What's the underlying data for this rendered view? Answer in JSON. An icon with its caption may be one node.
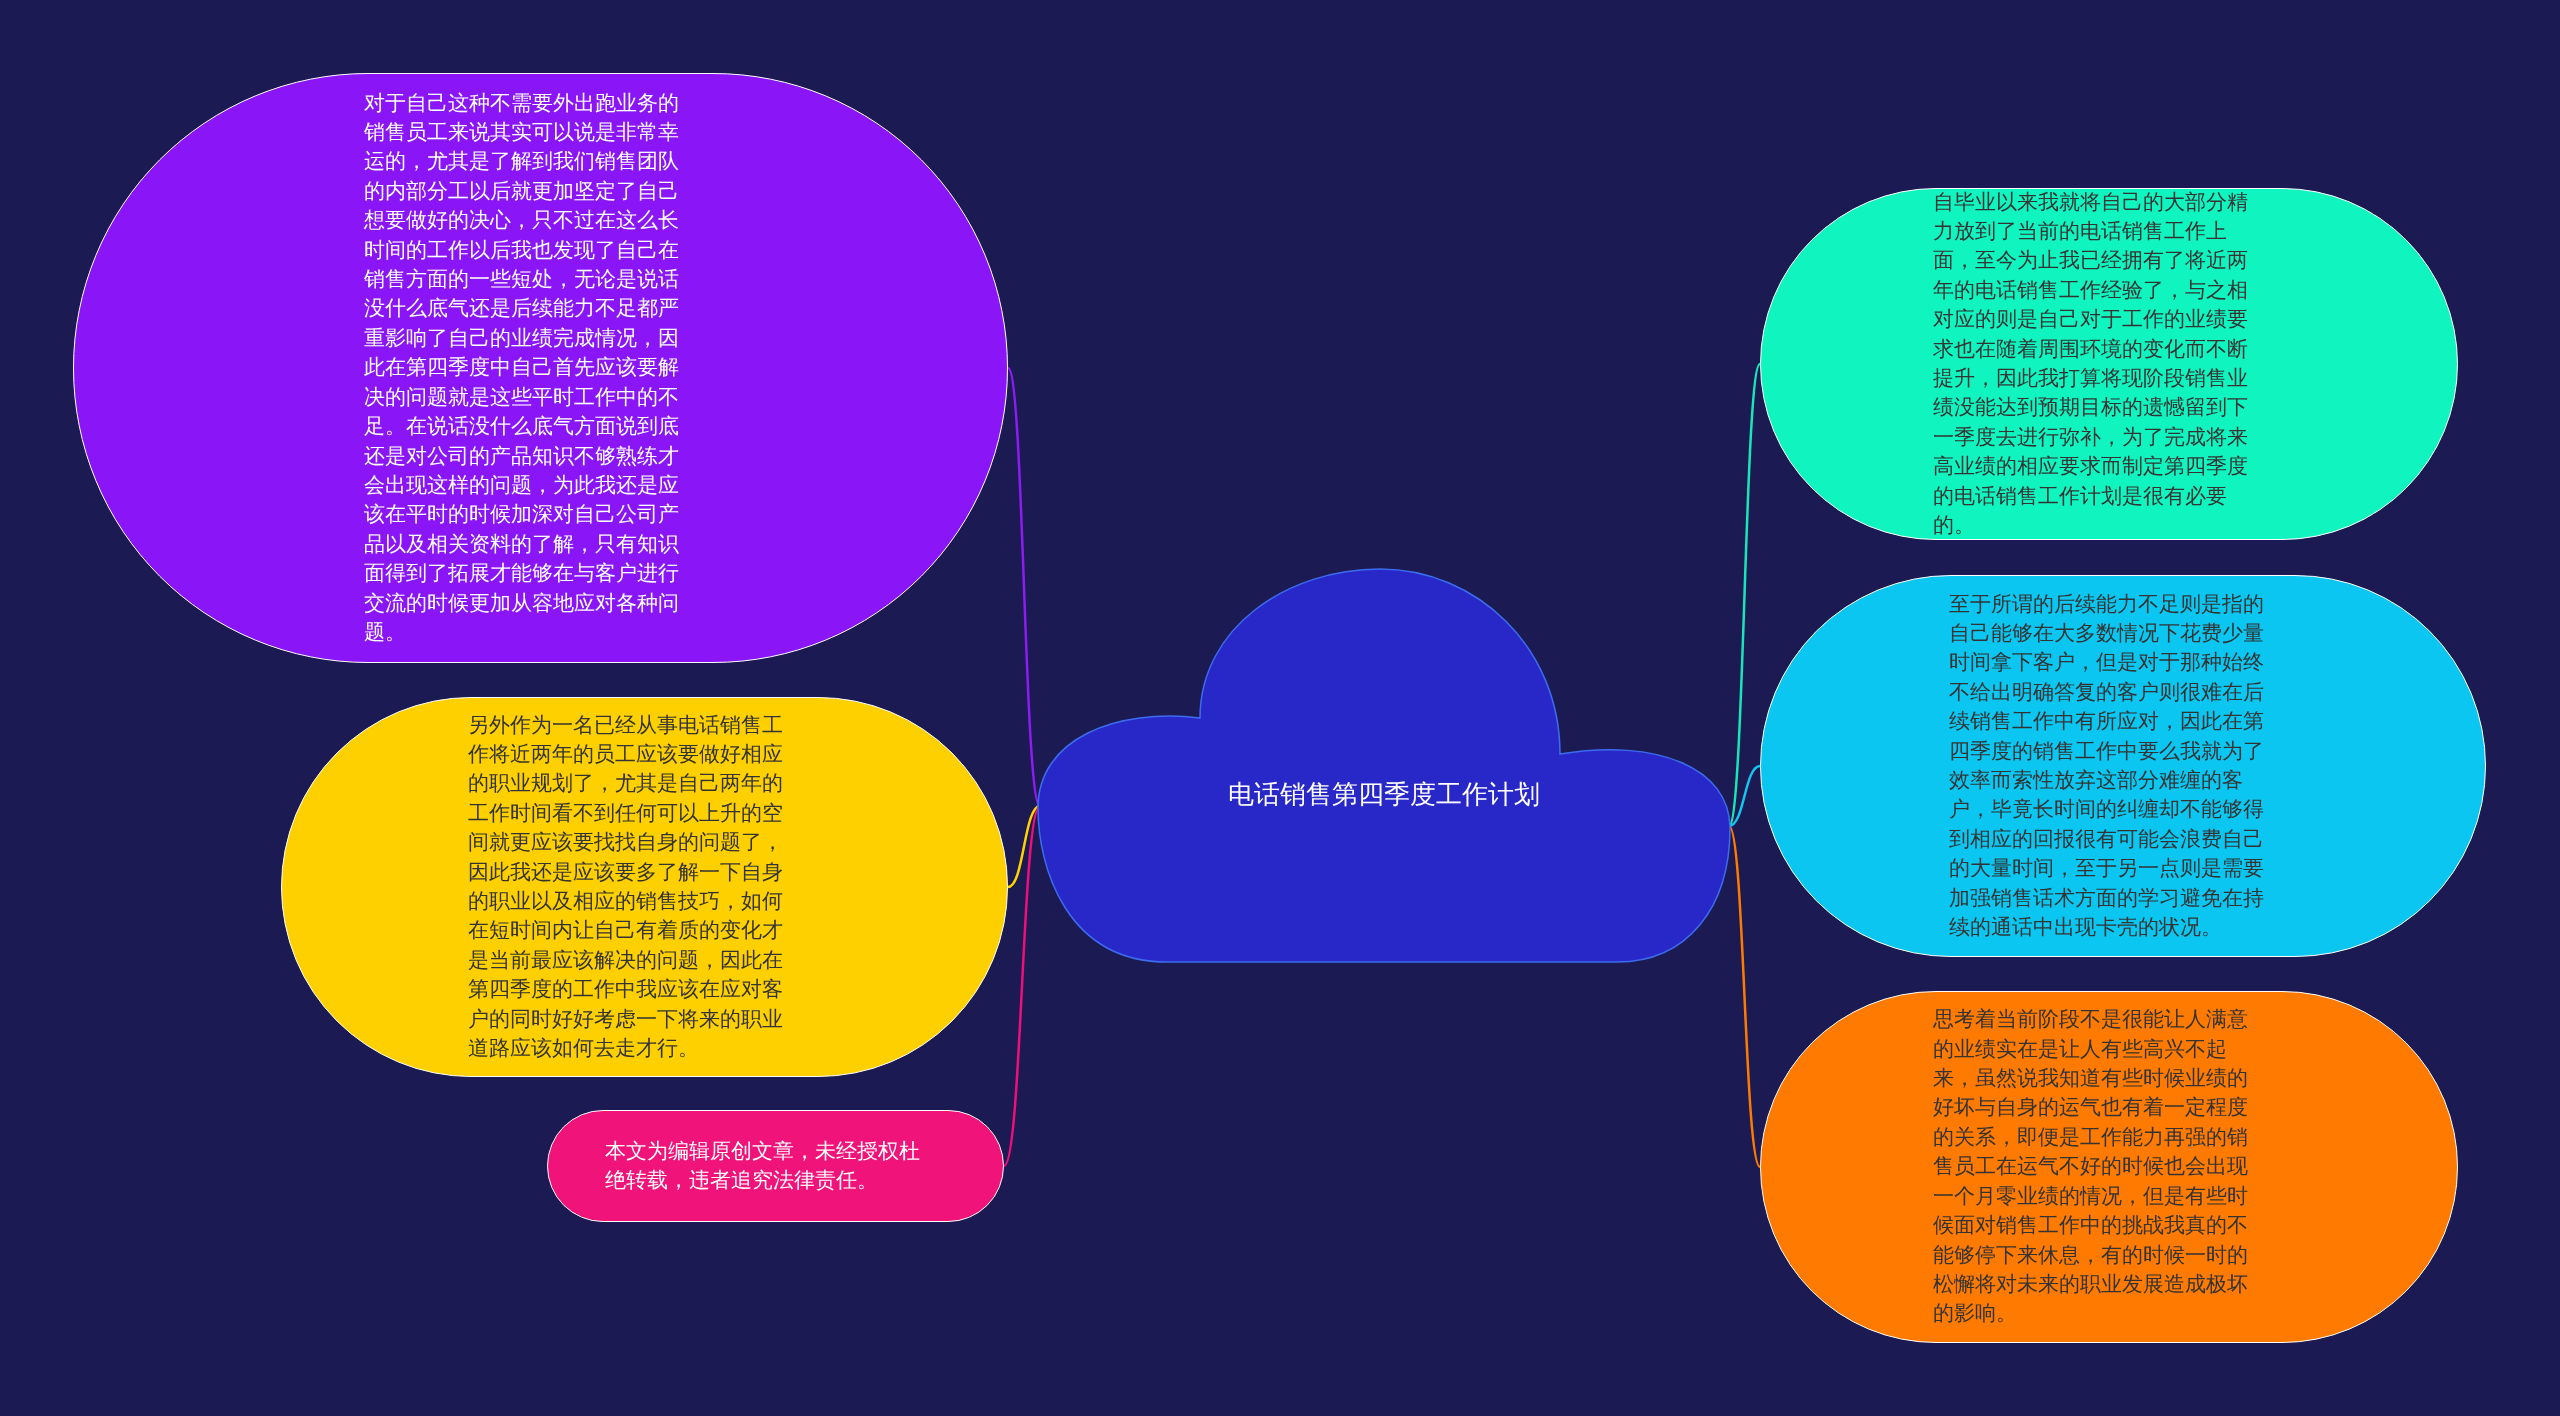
{
  "diagram": {
    "nodes": [
      {
        "text": [
          "电话销售第四季度工作计划"
        ]
      },
      {
        "text": [
          "对于自己这种不需要外出跑业务的销售员工来说其实可以说是非常幸运的，尤其是了解到我们销售团队的内部分工以后就更加坚定了自己想要做好的决心，只不过在这么长时间的工作以后我也发现了自己在销售方面的一些短处，无论是说话没什么底气还是后续能力不足都严重影响了自己的业绩完成情况，因此在第四季度中自己首先应该要解决的问题就是这些平时工作中的不足。在说话没什么底气方面说到底还是对公司的产品知识不够熟练才会出现这样的问题，为此我还是应该在平时的时候加深对自己公司产品以及相关资料的了解，只有知识面得到了拓展才能够在与客户进行交流的时候更加从容地应对各种问题。"
        ]
      },
      {
        "text": [
          "另外作为一名已经从事电话销售工作将近两年的员工应该要做好相应的职业规划了，尤其是自己两年的工作时间看不到任何可以上升的空间就更应该要找找自身的问题了，因此我还是应该要多了解一下自身的职业以及相应的销售技巧，如何在短时间内让自己有着质的变化才是当前最应该解决的问题，因此在第四季度的工作中我应该在应对客户的同时好好考虑一下将来的职业道路应该如何去走才行。"
        ]
      },
      {
        "text": [
          "本文为编辑原创文章，未经授权杜绝转载，违者追究法律责任。"
        ]
      },
      {
        "text": [
          "自毕业以来我就将自己的大部分精力放到了当前的电话销售工作上面，至今为止我已经拥有了将近两年的电话销售工作经验了，与之相对应的则是自己对于工作的业绩要求也在随着周围环境的变化而不断提升，因此我打算将现阶段销售业绩没能达到预期目标的遗憾留到下一季度去进行弥补，为了完成将来高业绩的相应要求而制定第四季度的电话销售工作计划是很有必要的。"
        ]
      },
      {
        "text": [
          "至于所谓的后续能力不足则是指的自己能够在大多数情况下花费少量时间拿下客户，但是对于那种始终不给出明确答复的客户则很难在后续销售工作中有所应对，因此在第四季度的销售工作中要么我就为了效率而索性放弃这部分难缠的客户，毕竟长时间的纠缠却不能够得到相应的回报很有可能会浪费自己的大量时间，至于另一点则是需要加强销售话术方面的学习避免在持续的通话中出现卡壳的状况。"
        ]
      },
      {
        "text": [
          "思考着当前阶段不是很能让人满意的业绩实在是让人有些高兴不起来，虽然说我知道有些时候业绩的好坏与自身的运气也有着一定程度的关系，即便是工作能力再强的销售员工在运气不好的时候也会出现一个月零业绩的情况，但是有些时候面对销售工作中的挑战我真的不能够停下来休息，有的时候一时的松懈将对未来的职业发展造成极坏的影响。"
        ]
      }
    ],
    "edges": [
      {
        "from": 0,
        "to": 1,
        "arrow": "none",
        "color": "#8c1cf0"
      },
      {
        "from": 0,
        "to": 2,
        "arrow": "none",
        "color": "#ffd200"
      },
      {
        "from": 0,
        "to": 3,
        "arrow": "none",
        "color": "#ee1078"
      },
      {
        "from": 0,
        "to": 4,
        "arrow": "none",
        "color": "#19e6b8"
      },
      {
        "from": 0,
        "to": 5,
        "arrow": "none",
        "color": "#12c6ec"
      },
      {
        "from": 0,
        "to": 6,
        "arrow": "none",
        "color": "#ff7a00"
      }
    ]
  }
}
